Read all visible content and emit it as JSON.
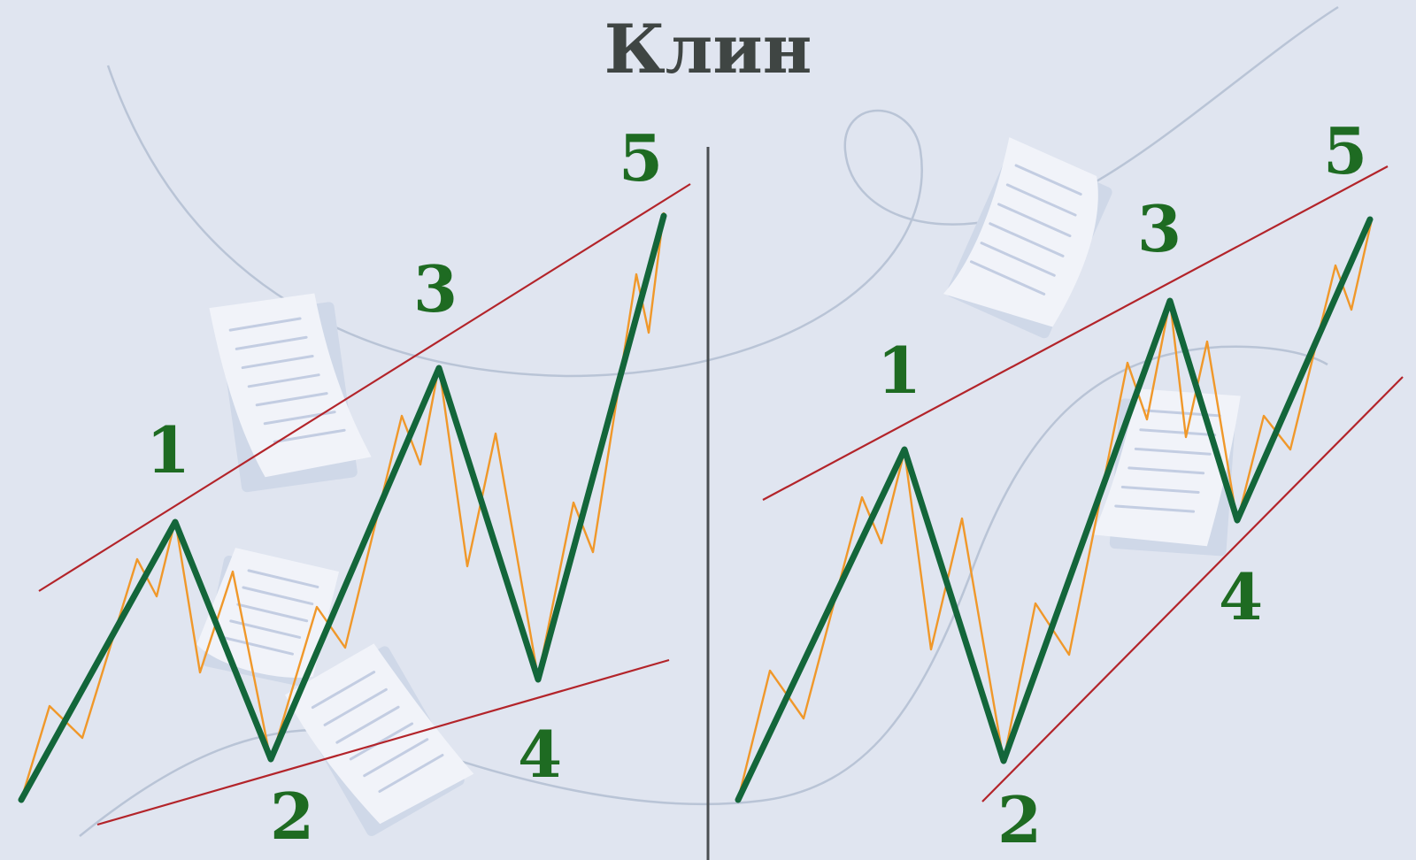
{
  "title": "Клин",
  "colors": {
    "background": "#e0e5f0",
    "title": "#3f4543",
    "wave_line": "#13663a",
    "price_line": "#f0982a",
    "trend_line": "#b3242a",
    "wave_label": "#1e6b22",
    "divider": "#4b4f52",
    "decoration": "#b9c4d6"
  },
  "panels": [
    {
      "id": "left",
      "labels": [
        "1",
        "2",
        "3",
        "4",
        "5"
      ]
    },
    {
      "id": "right",
      "labels": [
        "1",
        "2",
        "3",
        "4",
        "5"
      ]
    }
  ]
}
